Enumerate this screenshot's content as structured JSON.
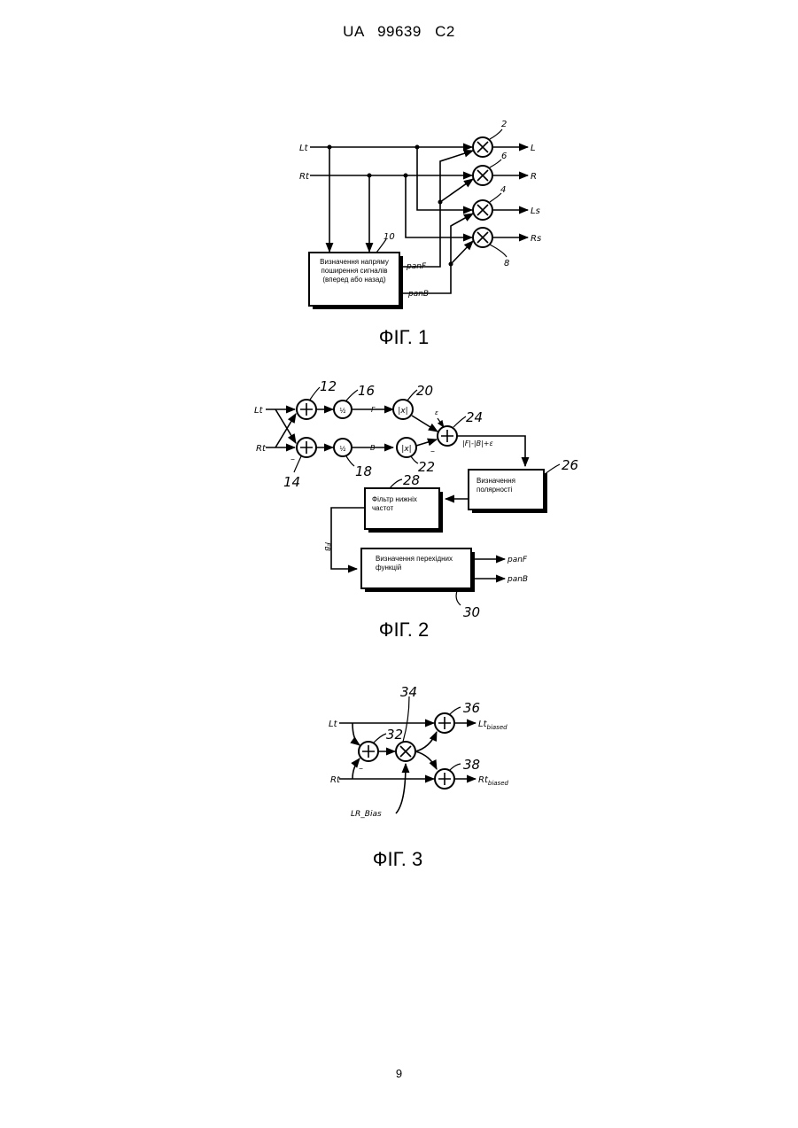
{
  "header": {
    "text": "UA   99639   C2"
  },
  "page_number": "9",
  "fig1": {
    "caption": "ФІГ. 1",
    "inputs": {
      "lt": "Lt",
      "rt": "Rt"
    },
    "outputs": {
      "l": "L",
      "r": "R",
      "ls": "Ls",
      "rs": "Rs"
    },
    "block_lines": [
      "Визначення напряму",
      "поширення сигналів",
      "(вперед або назад)"
    ],
    "signals": {
      "panf": "panF",
      "panb": "panB"
    },
    "refs": {
      "r2": "2",
      "r6": "6",
      "r4": "4",
      "r8": "8",
      "r10": "10"
    }
  },
  "fig2": {
    "caption": "ФІГ. 2",
    "inputs": {
      "lt": "Lt",
      "rt": "Rt"
    },
    "minus": "–",
    "half_top": "½",
    "half_bottom": "½",
    "abs_top": "|x|",
    "abs_bottom": "|x|",
    "f": "F",
    "b": "B",
    "eps": "ε",
    "diff": "|F|-|B|+ε",
    "polarity_lines": [
      "Визначення",
      "полярності"
    ],
    "lowpass_lines": [
      "Фільтр нижніх",
      "частот"
    ],
    "transfer_lines": [
      "Визначення перехідних",
      "функцій"
    ],
    "fb": "FB",
    "outputs": {
      "panf": "panF",
      "panb": "panB"
    },
    "refs": {
      "r12": "12",
      "r14": "14",
      "r16": "16",
      "r18": "18",
      "r20": "20",
      "r22": "22",
      "r24": "24",
      "r26": "26",
      "r28": "28",
      "r30": "30"
    }
  },
  "fig3": {
    "caption": "ФІГ. 3",
    "inputs": {
      "lt": "Lt",
      "rt": "Rt"
    },
    "minus": "–",
    "outputs": {
      "lt_base": "Lt",
      "lt_sub": "biased",
      "rt_base": "Rt",
      "rt_sub": "biased"
    },
    "bias": "LR_Bias",
    "refs": {
      "r32": "32",
      "r34": "34",
      "r36": "36",
      "r38": "38"
    }
  }
}
